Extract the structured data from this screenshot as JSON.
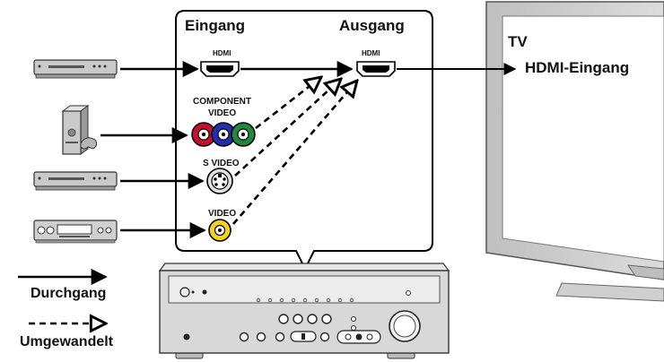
{
  "panel": {
    "input_header": "Eingang",
    "output_header": "Ausgang",
    "input_hdmi_label": "HDMI",
    "output_hdmi_label": "HDMI",
    "component_label_line1": "COMPONENT",
    "component_label_line2": "VIDEO",
    "svideo_label": "S VIDEO",
    "video_label": "VIDEO"
  },
  "tv": {
    "label": "TV",
    "input_label": "HDMI-Eingang"
  },
  "legend": {
    "solid_label": "Durchgang",
    "dashed_label": "Umgewandelt"
  },
  "colors": {
    "component_red": "#c8102e",
    "component_blue": "#1f2fb0",
    "component_green": "#1e8a3c",
    "video_yellow": "#f2d21a",
    "device_gray": "#c9c9c9",
    "tv_gray": "#d4d4d4"
  },
  "icons": {
    "source_1": "bd-player-icon",
    "source_2": "game-console-icon",
    "source_3": "dvd-player-icon",
    "source_4": "vcr-icon",
    "receiver": "av-receiver-icon"
  }
}
